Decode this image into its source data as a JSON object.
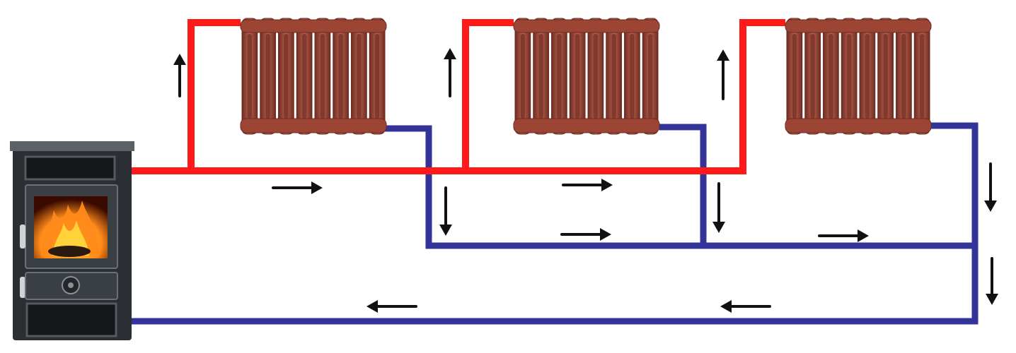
{
  "diagram": {
    "colors": {
      "supply": "#ff1a1a",
      "return": "#33339a",
      "arrow": "#111111",
      "radiator": "#9c4535",
      "radiator_dark": "#6e2c22",
      "radiator_light": "#b8604e",
      "stove_body": "#2b2f33",
      "stove_panel": "#3a3f44",
      "fire_orange": "#ff8a1a",
      "fire_yellow": "#ffd23a"
    },
    "components": {
      "boiler": {
        "icon": "wood-stove-icon"
      },
      "radiators": [
        {
          "id": "radiator-1",
          "icon": "cast-iron-radiator-icon"
        },
        {
          "id": "radiator-2",
          "icon": "cast-iron-radiator-icon"
        },
        {
          "id": "radiator-3",
          "icon": "cast-iron-radiator-icon"
        }
      ]
    },
    "flow": {
      "supply_direction": "boiler-to-radiators",
      "return_direction": "radiators-to-boiler"
    }
  }
}
